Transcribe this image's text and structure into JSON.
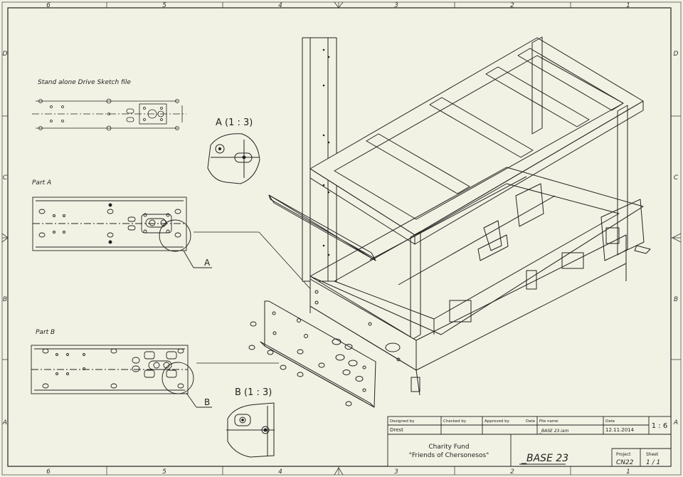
{
  "zones": {
    "cols": [
      "6",
      "5",
      "4",
      "3",
      "2",
      "1"
    ],
    "rows": [
      "D",
      "C",
      "B",
      "A"
    ]
  },
  "views": {
    "sketch_title": "Stand alone Drive Sketch file",
    "part_a_title": "Part A",
    "part_b_title": "Part B",
    "detail_a_title": "A (1 : 3)",
    "detail_b_title": "B (1 : 3)",
    "callout_a": "A",
    "callout_b": "B"
  },
  "title_block": {
    "designed_by_label": "Designed by",
    "designed_by": "Drest",
    "checked_by_label": "Checked by",
    "approved_by_label": "Approved by",
    "date_label": "Date",
    "file_name_label": "File name",
    "file_name": "_BASE 23.iam",
    "date2_label": "Date",
    "date": "12.11.2014",
    "scale": "1 : 6",
    "org_line1": "Charity Fund",
    "org_line2": "\"Friends of Chersonesos\"",
    "title": "_BASE 23",
    "project_label": "Project",
    "project": "CN22",
    "sheet_label": "Sheet",
    "sheet": "1 / 1"
  },
  "colors": {
    "paper": "#f2f2e4",
    "line": "#2a2a2a"
  }
}
